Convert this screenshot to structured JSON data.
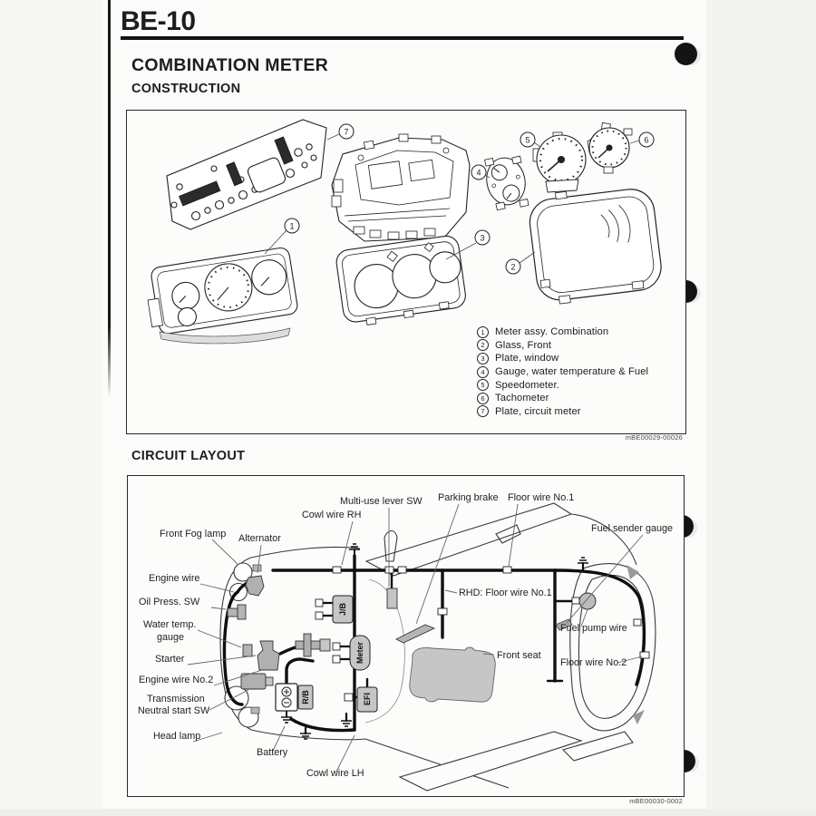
{
  "page_code": "BE-10",
  "colors": {
    "ink": "#1d1d1d",
    "paper": "#fbfbf9",
    "component_gray": "#c6c6c6",
    "harness_black": "#0f0f0f"
  },
  "combination_meter": {
    "title": "COMBINATION METER",
    "subtitle": "CONSTRUCTION",
    "figure_code": "mBE00029-00026",
    "legend": [
      {
        "num": "1",
        "label": "Meter assy. Combination"
      },
      {
        "num": "2",
        "label": "Glass, Front"
      },
      {
        "num": "3",
        "label": "Plate, window"
      },
      {
        "num": "4",
        "label": "Gauge, water temperature & Fuel"
      },
      {
        "num": "5",
        "label": "Speedometer."
      },
      {
        "num": "6",
        "label": "Tachometer"
      },
      {
        "num": "7",
        "label": "Plate, circuit meter"
      }
    ]
  },
  "circuit_layout": {
    "title": "CIRCUIT LAYOUT",
    "figure_code": "mBE00030-0002",
    "component_boxes": [
      {
        "label": "J/B"
      },
      {
        "label": "Meter"
      },
      {
        "label": "EFI"
      },
      {
        "label": "R/B"
      }
    ],
    "labels": [
      {
        "text": "Multi-use lever SW"
      },
      {
        "text": "Parking brake"
      },
      {
        "text": "Floor wire No.1"
      },
      {
        "text": "Cowl wire RH"
      },
      {
        "text": "Front Fog lamp"
      },
      {
        "text": "Alternator"
      },
      {
        "text": "Fuel sender gauge"
      },
      {
        "text": "Engine wire"
      },
      {
        "text": "Oil Press. SW"
      },
      {
        "text": "Water temp."
      },
      {
        "text": "gauge"
      },
      {
        "text": "Starter"
      },
      {
        "text": "Engine wire No.2"
      },
      {
        "text": "Transmission"
      },
      {
        "text": "Neutral start SW"
      },
      {
        "text": "Head lamp"
      },
      {
        "text": "Battery"
      },
      {
        "text": "Cowl wire LH"
      },
      {
        "text": "RHD: Floor wire No.1"
      },
      {
        "text": "Fuel pump wire"
      },
      {
        "text": "Front seat"
      },
      {
        "text": "Floor wire No.2"
      }
    ]
  }
}
